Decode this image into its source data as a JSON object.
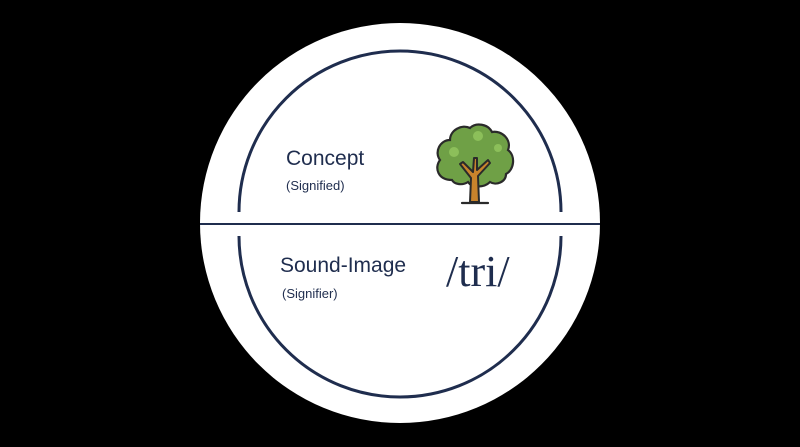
{
  "top_half": {
    "title": "Concept",
    "subtitle": "(Signified)",
    "icon": "tree-icon"
  },
  "bottom_half": {
    "title": "Sound-Image",
    "subtitle": "(Signifier)",
    "phonetic": "/tri/"
  },
  "colors": {
    "background": "#000000",
    "circle_fill": "#ffffff",
    "ink": "#1f2d4e",
    "tree_leaves": "#6fa046",
    "tree_trunk": "#c8832c"
  }
}
